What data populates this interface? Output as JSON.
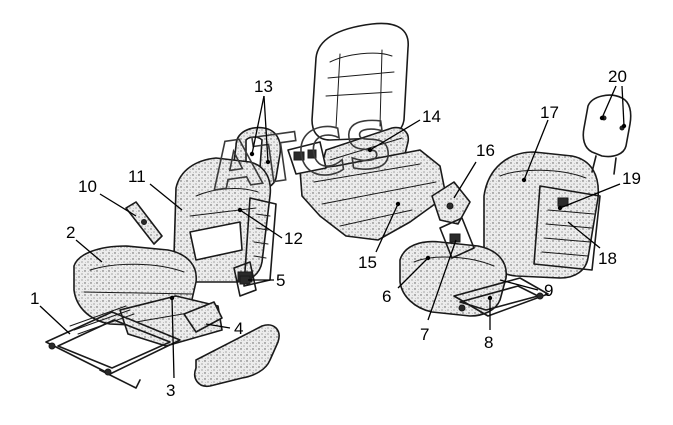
{
  "figure": {
    "watermark_text": "ATCS",
    "callouts": [
      {
        "id": "1",
        "label": "1"
      },
      {
        "id": "2",
        "label": "2"
      },
      {
        "id": "3",
        "label": "3"
      },
      {
        "id": "4",
        "label": "4"
      },
      {
        "id": "5",
        "label": "5"
      },
      {
        "id": "6",
        "label": "6"
      },
      {
        "id": "7",
        "label": "7"
      },
      {
        "id": "8",
        "label": "8"
      },
      {
        "id": "9",
        "label": "9"
      },
      {
        "id": "10",
        "label": "10"
      },
      {
        "id": "11",
        "label": "11"
      },
      {
        "id": "12",
        "label": "12"
      },
      {
        "id": "13",
        "label": "13"
      },
      {
        "id": "14",
        "label": "14"
      },
      {
        "id": "15",
        "label": "15"
      },
      {
        "id": "16",
        "label": "16"
      },
      {
        "id": "17",
        "label": "17"
      },
      {
        "id": "18",
        "label": "18"
      },
      {
        "id": "19",
        "label": "19"
      },
      {
        "id": "20",
        "label": "20"
      }
    ]
  }
}
